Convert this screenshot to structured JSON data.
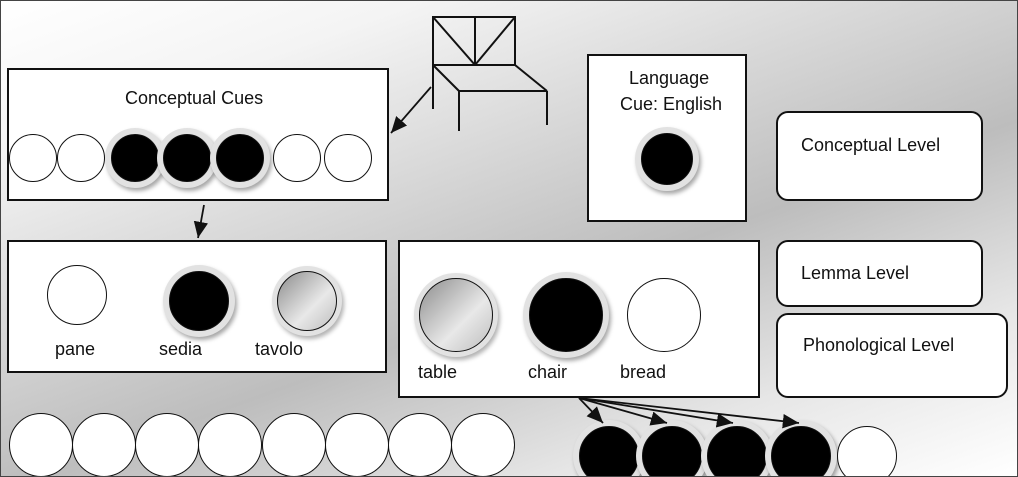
{
  "conceptual_cues": {
    "title": "Conceptual Cues"
  },
  "language_cue": {
    "line1": "Language",
    "line2": "Cue: English"
  },
  "italian_words": [
    "pane",
    "sedia",
    "tavolo"
  ],
  "english_words": [
    "table",
    "chair",
    "bread"
  ],
  "levels": {
    "conceptual": "Conceptual Level",
    "lemma": "Lemma Level",
    "phonological": "Phonological Level"
  },
  "node_states": {
    "concepts": [
      "off",
      "off",
      "on",
      "on",
      "on",
      "off",
      "off"
    ],
    "italian": [
      "off",
      "on",
      "partial"
    ],
    "english": [
      "partial",
      "on",
      "off"
    ],
    "phonemes_left": [
      "off",
      "off",
      "off",
      "off",
      "off",
      "off",
      "off",
      "off"
    ],
    "phonemes_right": [
      "on",
      "on",
      "on",
      "on",
      "off"
    ]
  },
  "colors": {
    "active": "#000000",
    "inactive": "#ffffff",
    "partial": "#b0b0b0"
  }
}
